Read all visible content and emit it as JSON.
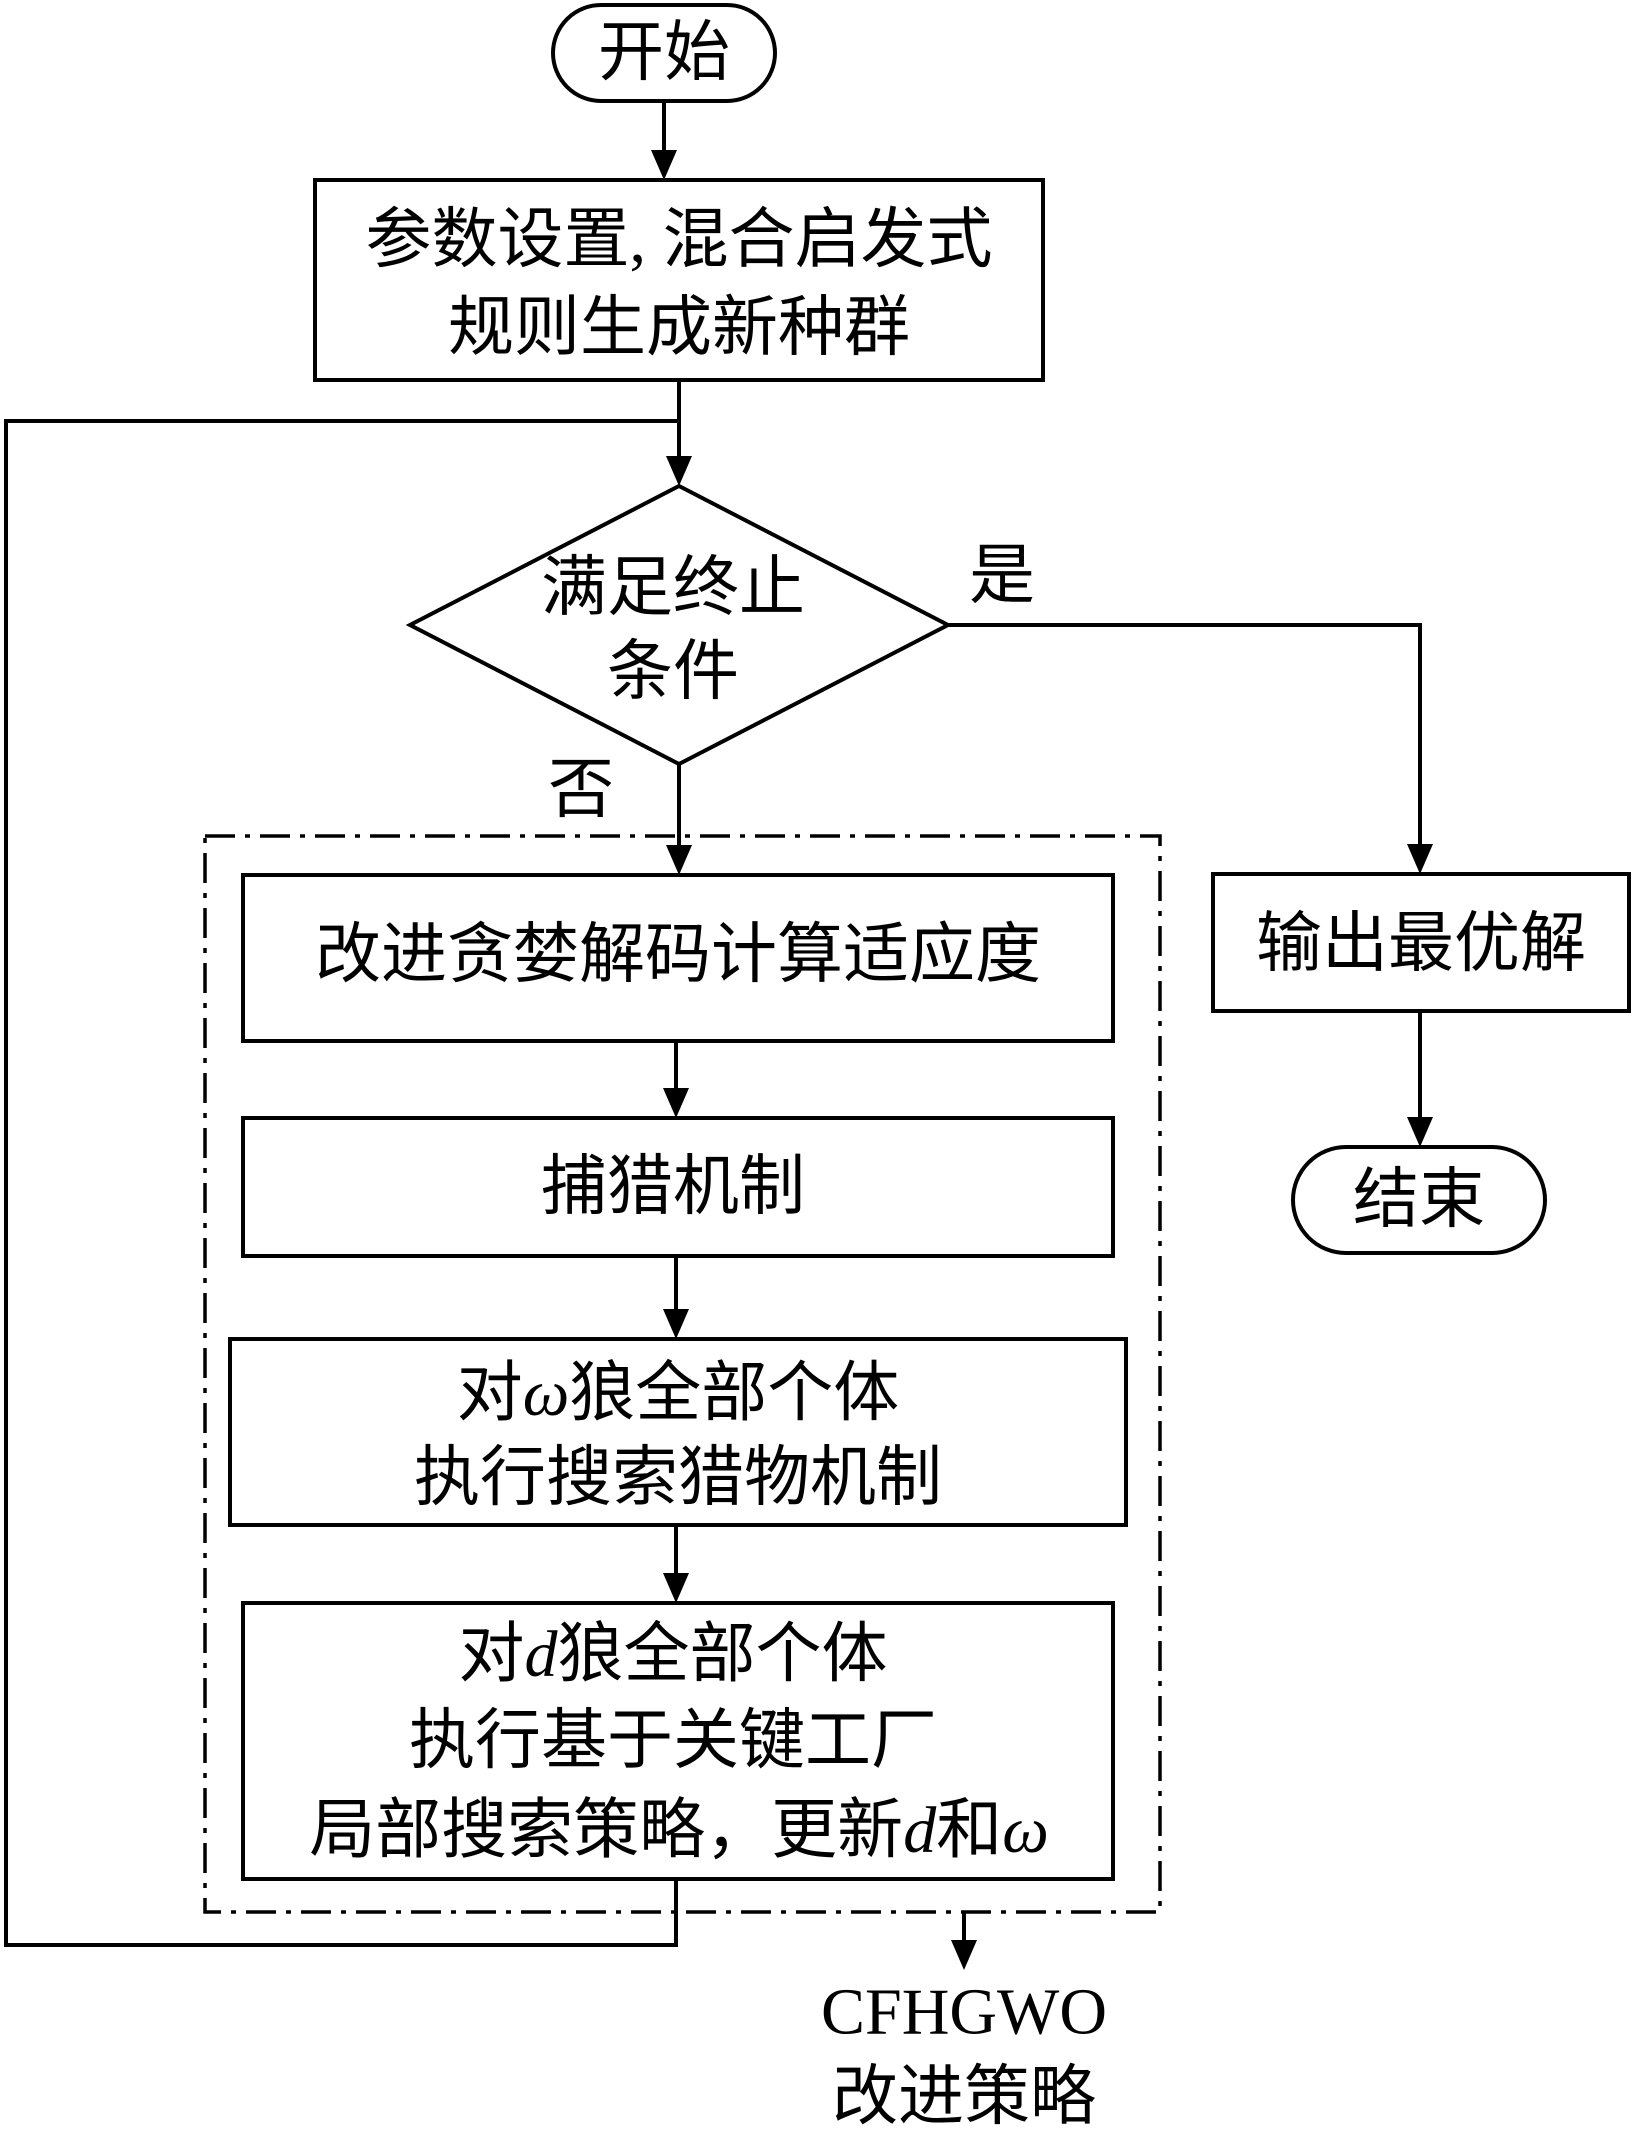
{
  "nodes": {
    "start": "开始",
    "init": {
      "line1": "参数设置, 混合启发式",
      "line2": "规则生成新种群"
    },
    "decision": {
      "line1": "满足终止",
      "line2": "条件"
    },
    "yes_label": "是",
    "no_label": "否",
    "decode": "改进贪婪解码计算适应度",
    "hunt": "捕猎机制",
    "omega_search": {
      "line1_prefix": "对",
      "line1_symbol": "ω",
      "line1_suffix": "狼全部个体",
      "line2": "执行搜索猎物机制"
    },
    "d_search": {
      "line1_prefix": "对",
      "line1_symbol": "d",
      "line1_suffix": "狼全部个体",
      "line2": "执行基于关键工厂",
      "line3_text": "局部搜索策略，更新",
      "line3_sym1": "d",
      "line3_mid": "和",
      "line3_sym2": "ω"
    },
    "output": "输出最优解",
    "end": "结束"
  },
  "group_label": {
    "line1": "CFHGWO",
    "line2": "改进策略"
  }
}
